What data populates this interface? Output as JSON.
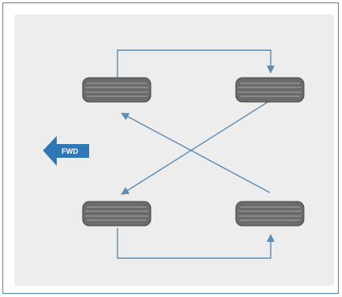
{
  "diagram": {
    "direction_label": "FWD",
    "colors": {
      "frame_border": "#4f88a8",
      "panel_background": "#ededed",
      "arrow_line": "#5b8db5",
      "fwd_arrow": "#2f78b4",
      "tire_fill": "#6b6b6b",
      "tire_tread": "#9a9a9a",
      "tire_outline": "#4a4a4a"
    },
    "tires": [
      {
        "name": "front-left-tire"
      },
      {
        "name": "rear-left-tire"
      },
      {
        "name": "front-right-tire"
      },
      {
        "name": "rear-right-tire"
      }
    ],
    "rotation_pattern": [
      {
        "from": "front-left-tire",
        "to": "rear-left-tire",
        "path": "top-loop"
      },
      {
        "from": "rear-right-tire",
        "to": "front-left-tire",
        "path": "diagonal"
      },
      {
        "from": "rear-left-tire",
        "to": "front-right-tire",
        "path": "diagonal"
      },
      {
        "from": "front-right-tire",
        "to": "rear-right-tire",
        "path": "bottom-loop"
      }
    ]
  }
}
